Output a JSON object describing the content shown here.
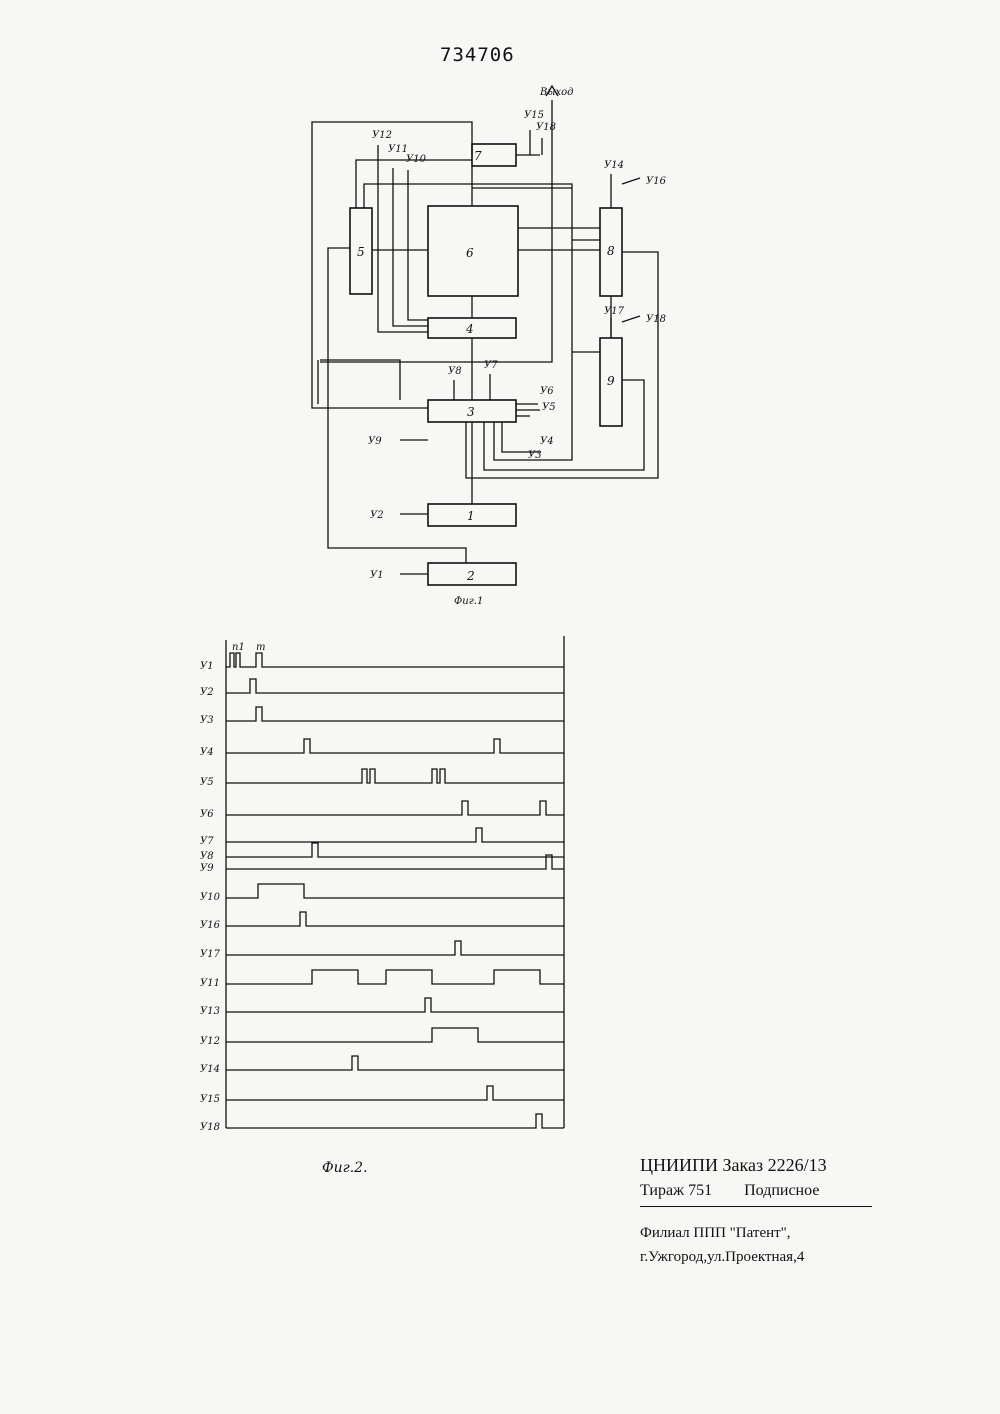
{
  "patent_number": "734706",
  "fig1": {
    "caption": "Фиг.1",
    "output_label": "Выход",
    "blocks": [
      {
        "id": "b1",
        "label": "1"
      },
      {
        "id": "b2",
        "label": "2"
      },
      {
        "id": "b3",
        "label": "3"
      },
      {
        "id": "b4",
        "label": "4"
      },
      {
        "id": "b5",
        "label": "5"
      },
      {
        "id": "b6",
        "label": "6"
      },
      {
        "id": "b7",
        "label": "7"
      },
      {
        "id": "b8",
        "label": "8"
      },
      {
        "id": "b9",
        "label": "9"
      }
    ],
    "inputs": [
      "У1",
      "У2",
      "У3",
      "У4",
      "У5",
      "У6",
      "У7",
      "У8",
      "У9",
      "У10",
      "У11",
      "У12",
      "У13",
      "У14",
      "У15",
      "У16",
      "У17",
      "У18"
    ]
  },
  "fig2": {
    "caption": "Фиг.2.",
    "top_marks": [
      "n1",
      "m"
    ],
    "rows": [
      "У1",
      "У2",
      "У3",
      "У4",
      "У5",
      "У6",
      "У7",
      "У8",
      "У9",
      "У10",
      "У16",
      "У17",
      "У11",
      "У13",
      "У12",
      "У14",
      "У15",
      "У18"
    ]
  },
  "footer": {
    "line1": "ЦНИИПИ Заказ 2226/13",
    "line2_left": "Тираж 751",
    "line2_right": "Подписное",
    "line3": "Филиал ППП \"Патент\",",
    "line4": "г.Ужгород,ул.Проектная,4"
  }
}
